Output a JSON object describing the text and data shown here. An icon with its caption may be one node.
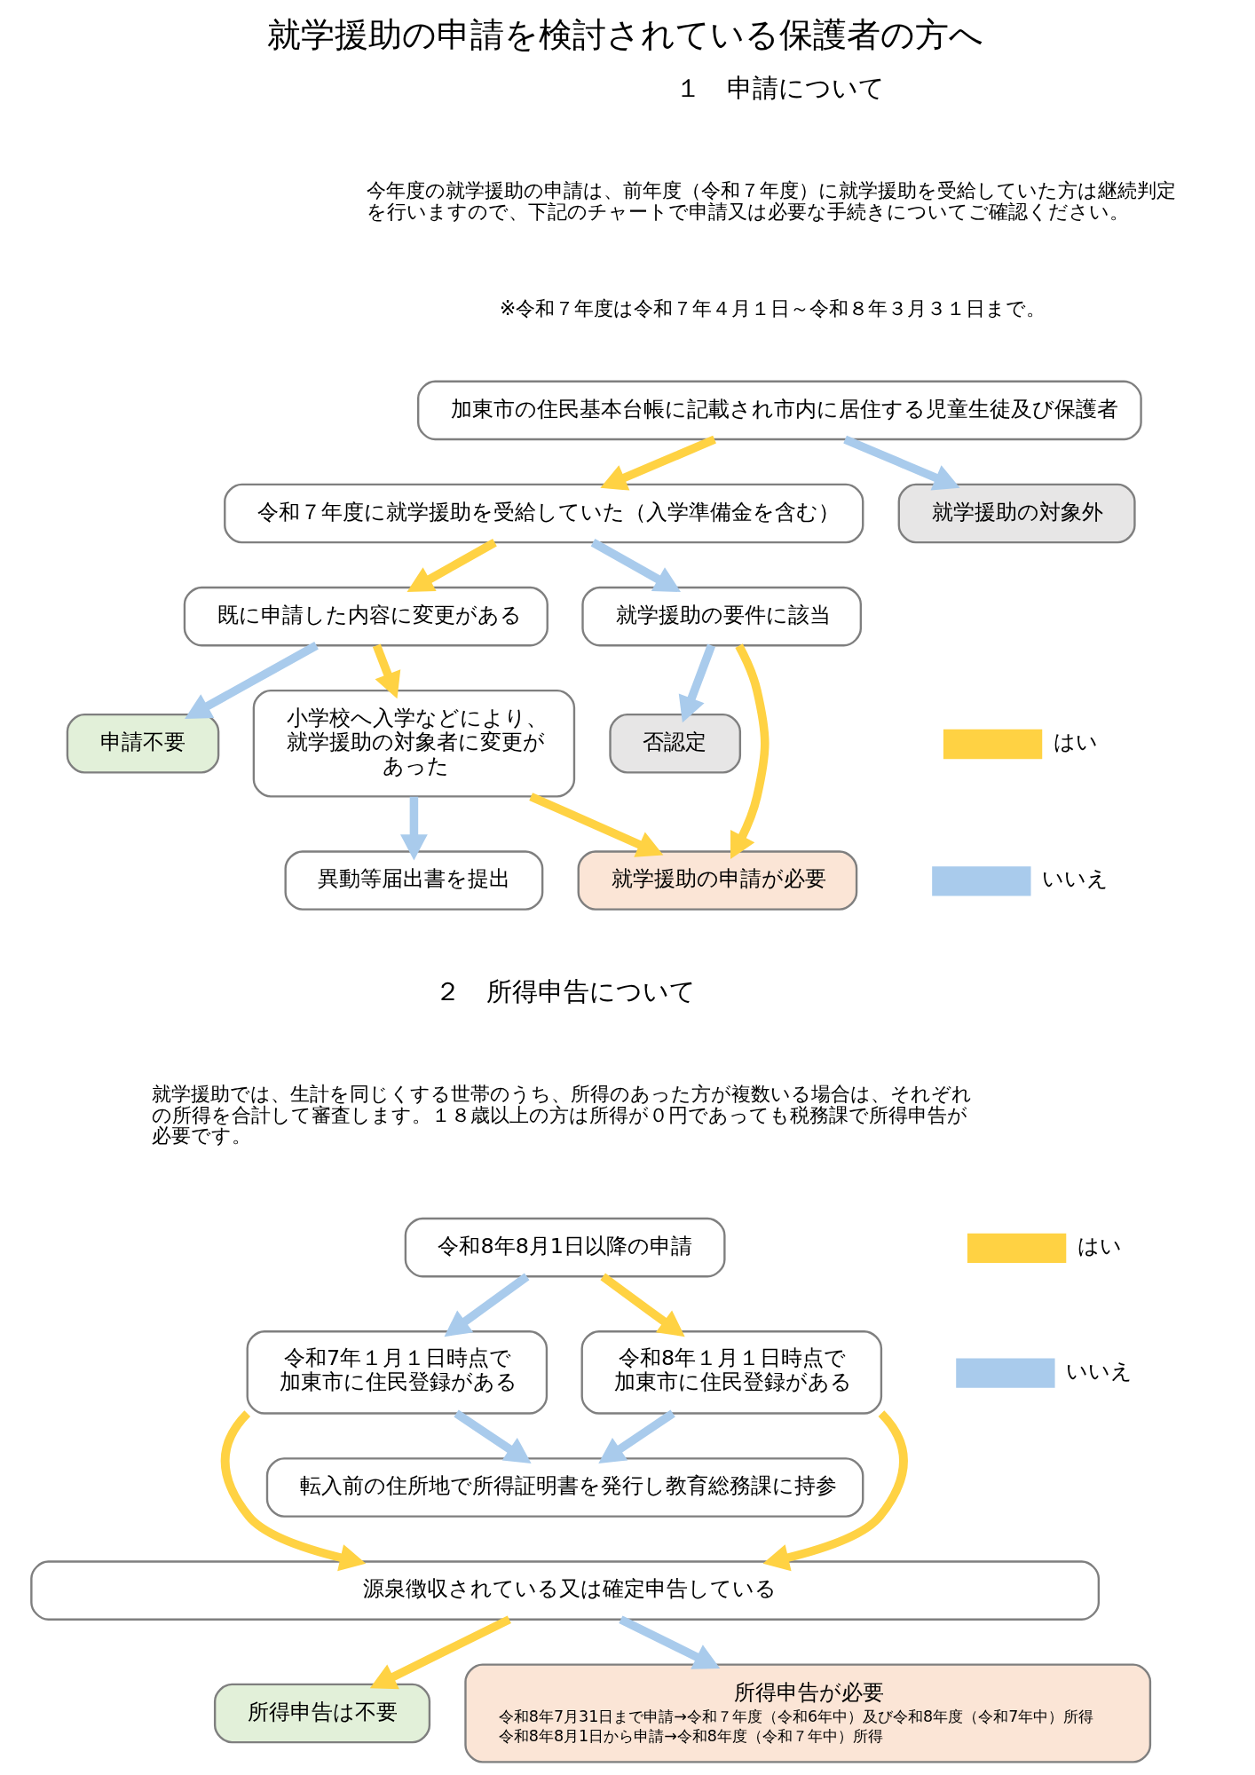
{
  "diagram": {
    "title": "就学援助の申請を検討されている保護者の方へ",
    "nodes": [
      {
        "text": [
          "加東市の住民基本台帳に記載され市内に居住する児童生徒及び保護者"
        ]
      },
      {
        "text": [
          "令和７年度に就学援助を受給していた（入学準備金を含む）"
        ]
      },
      {
        "text": [
          "就学援助の対象外"
        ]
      },
      {
        "text": [
          "既に申請した内容に変更がある"
        ]
      },
      {
        "text": [
          "就学援助の要件に該当"
        ]
      },
      {
        "text": [
          "申請不要"
        ]
      },
      {
        "text": [
          "小学校へ入学などにより、就学援助の対象者に変更があった"
        ]
      },
      {
        "text": [
          "否認定"
        ]
      },
      {
        "text": [
          "異動等届出書を提出"
        ]
      },
      {
        "text": [
          "就学援助の申請が必要"
        ]
      },
      {
        "text": [
          "令和8年8月1日以降の申請"
        ]
      },
      {
        "text": [
          "令和7年１月１日時点で加東市に住民登録がある"
        ]
      },
      {
        "text": [
          "令和8年１月１日時点で加東市に住民登録がある"
        ]
      },
      {
        "text": [
          "転入前の住所地で所得証明書を発行し教育総務課に持参"
        ]
      },
      {
        "text": [
          "源泉徴収されている又は確定申告している"
        ]
      },
      {
        "text": [
          "所得申告は不要"
        ]
      },
      {
        "text": [
          "所得申告が必要",
          "令和8年7月31日まで申請→令和７年度（令和6年中）及び令和8年度（令和7年中）所得",
          "令和8年8月1日から申請→令和8年度（令和７年中）所得"
        ]
      }
    ],
    "edges": [
      {
        "from": 0,
        "to": 1,
        "arrow": "to",
        "color": "#ffd243"
      },
      {
        "from": 0,
        "to": 2,
        "arrow": "to",
        "color": "#a9cbec"
      },
      {
        "from": 1,
        "to": 3,
        "arrow": "to",
        "color": "#ffd243"
      },
      {
        "from": 1,
        "to": 4,
        "arrow": "to",
        "color": "#a9cbec"
      },
      {
        "from": 3,
        "to": 5,
        "arrow": "to",
        "color": "#a9cbec"
      },
      {
        "from": 3,
        "to": 6,
        "arrow": "to",
        "color": "#ffd243"
      },
      {
        "from": 4,
        "to": 7,
        "arrow": "to",
        "color": "#a9cbec"
      },
      {
        "from": 4,
        "to": 9,
        "arrow": "to",
        "color": "#ffd243"
      },
      {
        "from": 6,
        "to": 8,
        "arrow": "to",
        "color": "#a9cbec"
      },
      {
        "from": 6,
        "to": 9,
        "arrow": "to",
        "color": "#ffd243"
      },
      {
        "from": 10,
        "to": 11,
        "arrow": "to",
        "color": "#a9cbec"
      },
      {
        "from": 10,
        "to": 12,
        "arrow": "to",
        "color": "#ffd243"
      },
      {
        "from": 11,
        "to": 14,
        "arrow": "to",
        "color": "#ffd243"
      },
      {
        "from": 11,
        "to": 13,
        "arrow": "to",
        "color": "#a9cbec"
      },
      {
        "from": 12,
        "to": 13,
        "arrow": "to",
        "color": "#a9cbec"
      },
      {
        "from": 12,
        "to": 14,
        "arrow": "to",
        "color": "#ffd243"
      },
      {
        "from": 14,
        "to": 15,
        "arrow": "to",
        "color": "#ffd243"
      },
      {
        "from": 14,
        "to": 16,
        "arrow": "to",
        "color": "#a9cbec"
      }
    ],
    "labels": [
      "１　申請について",
      "今年度の就学援助の申請は、前年度（令和７年度）に就学援助を受給していた方は継続判定を行いますので、下記のチャートで申請又は必要な手続きについてご確認ください。",
      "※令和７年度は令和７年４月１日～令和８年３月３１日まで。",
      "２　所得申告について",
      "就学援助では、生計を同じくする世帯のうち、所得のあった方が複数いる場合は、それぞれの所得を合計して審査します。１８歳以上の方は所得が０円であっても税務課で所得申告が必要です。"
    ],
    "legend": [
      {
        "text": "はい",
        "color": "#ffd243"
      },
      {
        "text": "いいえ",
        "color": "#a9cbec"
      },
      {
        "text": "はい",
        "color": "#ffd243"
      },
      {
        "text": "いいえ",
        "color": "#a9cbec"
      }
    ]
  }
}
